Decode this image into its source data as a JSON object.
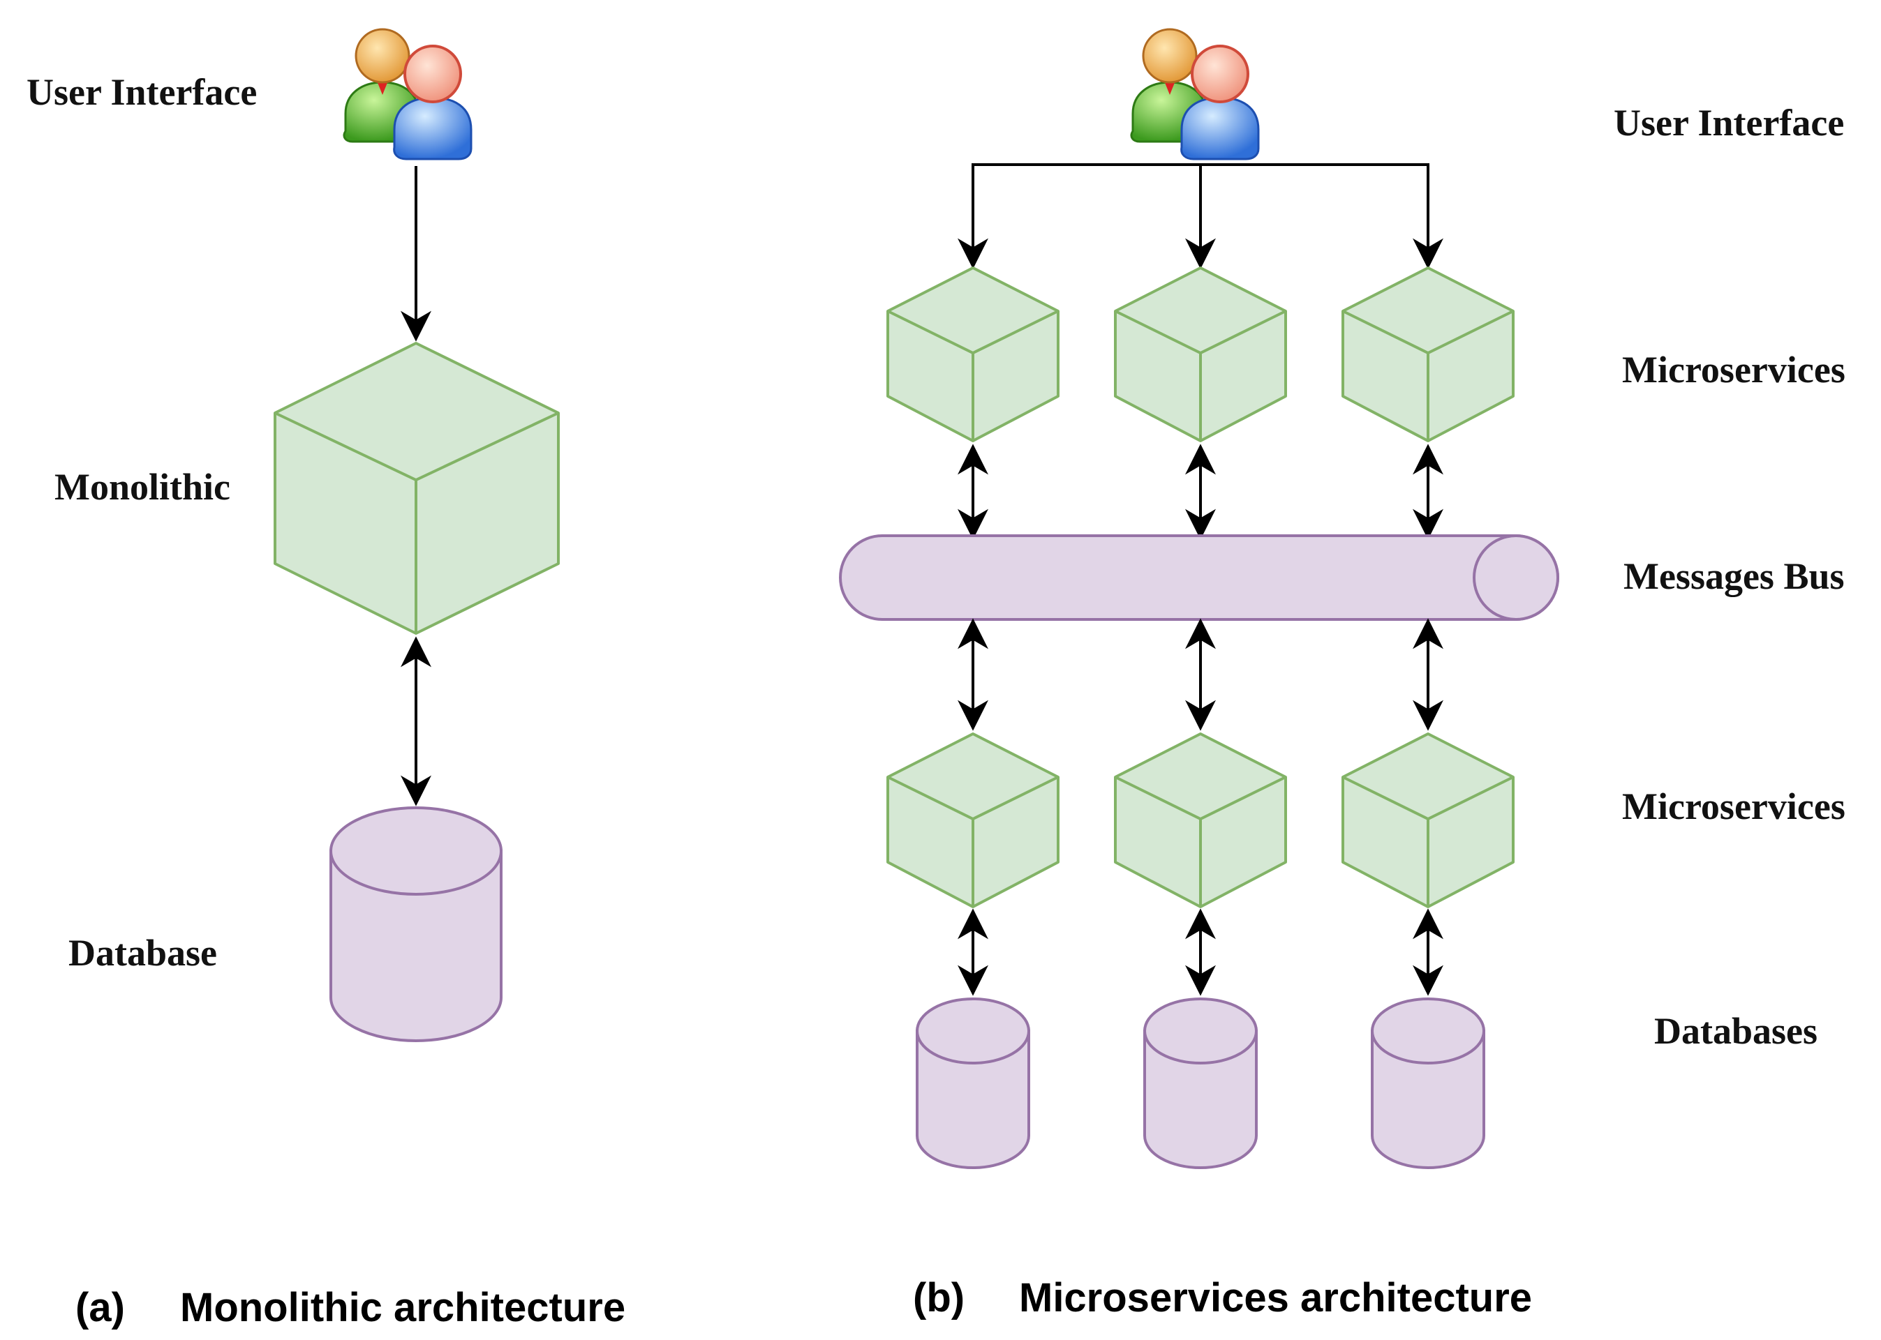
{
  "monolithic": {
    "labels": {
      "user_interface": "User Interface",
      "service": "Monolithic",
      "database": "Database"
    },
    "caption": {
      "letter": "(a)",
      "text": "Monolithic architecture"
    }
  },
  "microservices": {
    "labels": {
      "user_interface": "User Interface",
      "services_top": "Microservices",
      "bus": "Messages Bus",
      "services_bottom": "Microservices",
      "databases": "Databases"
    },
    "caption": {
      "letter": "(b)",
      "text": "Microservices architecture"
    },
    "service_count_per_row": 3
  },
  "colors": {
    "service_fill": "#d5e8d4",
    "service_stroke": "#82b366",
    "storage_fill": "#e1d5e7",
    "storage_stroke": "#9673a6",
    "arrow": "#000000"
  },
  "icons": {
    "user": "users-icon",
    "service": "cube-icon",
    "storage": "database-cylinder-icon",
    "bus": "message-bus-pipe-icon"
  }
}
